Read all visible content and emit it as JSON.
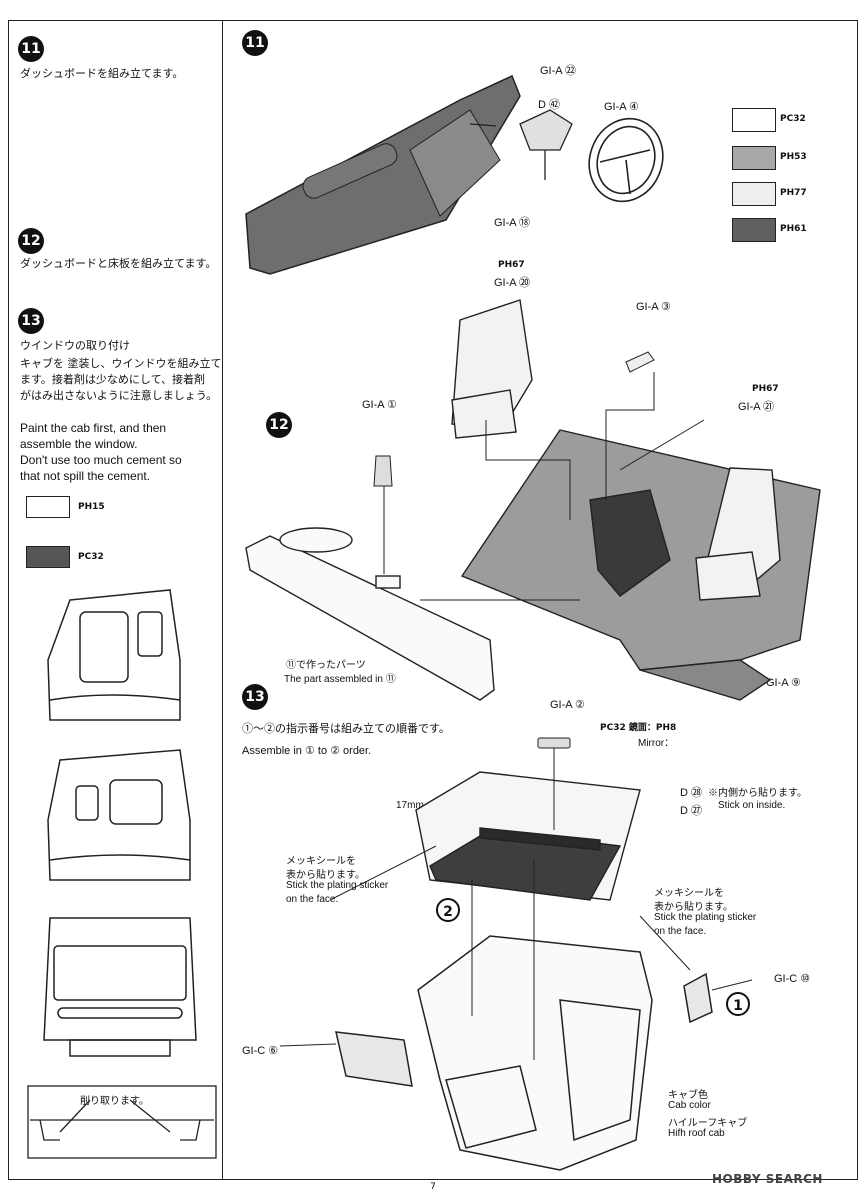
{
  "left_column": {
    "step11": {
      "num": "11",
      "jp": "ダッシュボードを組み立てます。"
    },
    "step12": {
      "num": "12",
      "jp": "ダッシュボードと床板を組み立てます。"
    },
    "step13": {
      "num": "13",
      "title": "ウインドウの取り付け",
      "jp1": "キャブを 塗装し、ウインドウを組み立て",
      "jp2": "ます。接着剤は少なめにして、接着剤",
      "jp3": "がはみ出さないように注意しましょう。",
      "en1": "Paint the cab first, and then",
      "en2": "assemble the window.",
      "en3": "Don't use too much cement so",
      "en4": "that not spill the cement."
    },
    "swatches": [
      {
        "code": "PH15",
        "color": "#ffffff"
      },
      {
        "code": "PC32",
        "color": "#555555"
      }
    ],
    "cut_note": "削り取ります。"
  },
  "main": {
    "step11": {
      "num": "11",
      "labels": {
        "dash": "GI-A ㉒",
        "decal": "D ㊷",
        "wheel": "GI-A ④",
        "shifter": "GI-A ⑱"
      },
      "swatches": [
        {
          "code": "PC32",
          "color": "#ffffff"
        },
        {
          "code": "PH53",
          "color": "#a8a8a8"
        },
        {
          "code": "PH77",
          "color": "#eeeeee"
        },
        {
          "code": "PH61",
          "color": "#606060"
        }
      ]
    },
    "step12": {
      "num": "12",
      "labels": {
        "seat_left_code": "PH67",
        "seat_left": "GI-A ⑳",
        "bracket": "GI-A ③",
        "seat_right_code": "PH67",
        "seat_right": "GI-A ㉑",
        "lever": "GI-A ①",
        "floor": "GI-A ⑨"
      },
      "made_jp": "⑪で作ったパーツ",
      "made_en": "The part assembled in ⑪"
    },
    "step13": {
      "num": "13",
      "order_jp": "①～②の指示番号は組み立ての順番です。",
      "order_en": "Assemble in ① to ② order.",
      "mirror_part": "GI-A ②",
      "mirror_codes": "PC32 鏡面：PH8",
      "mirror_en": "Mirror：",
      "decal_a": "D ㉘",
      "decal_b": "D ㉗",
      "inside_jp": "※内側から貼ります。",
      "inside_en": "Stick on inside.",
      "dim": "17mm",
      "plating_left_jp1": "メッキシールを",
      "plating_left_jp2": "表から貼ります。",
      "plating_left_en1": "Stick the plating sticker",
      "plating_left_en2": "on the face.",
      "plating_right_jp1": "メッキシールを",
      "plating_right_jp2": "表から貼ります。",
      "plating_right_en1": "Stick the plating sticker",
      "plating_right_en2": "on the face.",
      "part_c10": "GI-C ⑩",
      "part_c6": "GI-C ⑥",
      "order2": "2",
      "order1": "1",
      "cab_color_jp": "キャブ色",
      "cab_color_en": "Cab color",
      "cab_type_jp": "ハイルーフキャブ",
      "cab_type_en": "Hifh roof cab"
    }
  },
  "footer": {
    "page": "7",
    "watermark": "HOBBY SEARCH"
  }
}
